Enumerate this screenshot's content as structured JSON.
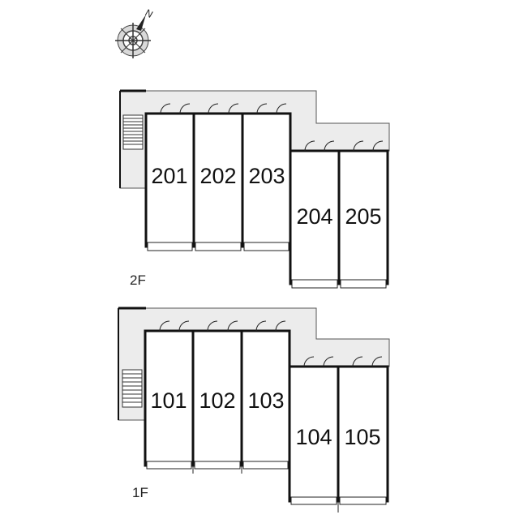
{
  "compass": {
    "icon": "north-compass-icon",
    "north_label": "N"
  },
  "floors": [
    {
      "key": "2f",
      "label": "2F",
      "units": [
        {
          "number": "201"
        },
        {
          "number": "202"
        },
        {
          "number": "203"
        },
        {
          "number": "204"
        },
        {
          "number": "205"
        }
      ]
    },
    {
      "key": "1f",
      "label": "1F",
      "units": [
        {
          "number": "101"
        },
        {
          "number": "102"
        },
        {
          "number": "103"
        },
        {
          "number": "104"
        },
        {
          "number": "105"
        }
      ]
    }
  ],
  "colors": {
    "corridor": "#ececec",
    "wall": "#111111",
    "room": "#ffffff"
  }
}
